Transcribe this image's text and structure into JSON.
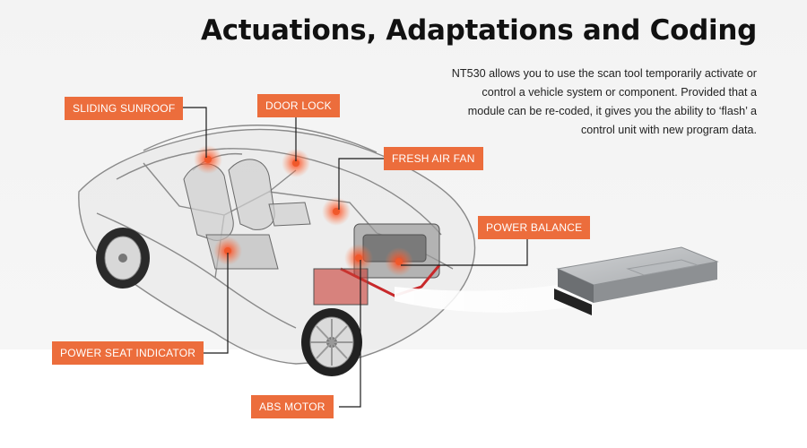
{
  "header": {
    "title": "Actuations, Adaptations and Coding",
    "description": "NT530 allows you to use the scan tool temporarily activate or control a vehicle system or component. Provided that a module can be re-coded, it gives you the ability to ‘flash’ a control unit with new program data."
  },
  "labels": {
    "sliding_sunroof": "SLIDING SUNROOF",
    "door_lock": "DOOR LOCK",
    "fresh_air_fan": "FRESH AIR FAN",
    "power_balance": "POWER BALANCE",
    "power_seat_indicator": "POWER SEAT INDICATOR",
    "abs_motor": "ABS MOTOR"
  },
  "colors": {
    "accent": "#ec6d3c",
    "hotspot": "#f0582a",
    "background": "#f4f4f4"
  }
}
